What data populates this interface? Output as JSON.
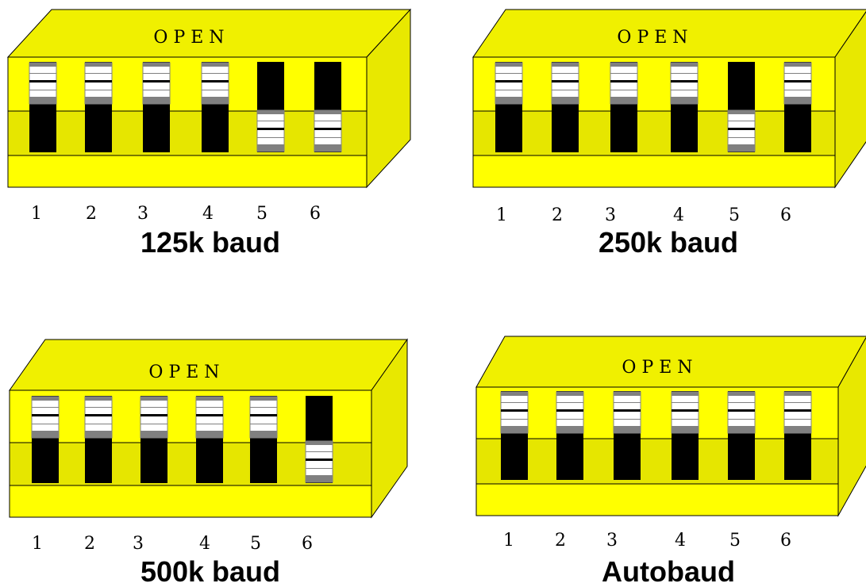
{
  "open_label": "O P E N",
  "colors": {
    "housing_front": "#ffff00",
    "housing_front_band": "#e6e600",
    "housing_top": "#f0f000",
    "housing_side": "#e8e800",
    "outline": "#000000",
    "slot_dark": "#000000",
    "slider_white": "#ffffff",
    "slider_grey": "#808080"
  },
  "switch_blocks": [
    {
      "caption": "125k baud",
      "numbers": [
        "1",
        "2",
        "3",
        "4",
        "5",
        "6"
      ],
      "switch_states": [
        "up",
        "up",
        "up",
        "up",
        "down",
        "down"
      ]
    },
    {
      "caption": "250k baud",
      "numbers": [
        "1",
        "2",
        "3",
        "4",
        "5",
        "6"
      ],
      "switch_states": [
        "up",
        "up",
        "up",
        "up",
        "down",
        "up"
      ]
    },
    {
      "caption": "500k baud",
      "numbers": [
        "1",
        "2",
        "3",
        "4",
        "5",
        "6"
      ],
      "switch_states": [
        "up",
        "up",
        "up",
        "up",
        "up",
        "down"
      ]
    },
    {
      "caption": "Autobaud",
      "numbers": [
        "1",
        "2",
        "3",
        "4",
        "5",
        "6"
      ],
      "switch_states": [
        "up",
        "up",
        "up",
        "up",
        "up",
        "up"
      ]
    }
  ]
}
